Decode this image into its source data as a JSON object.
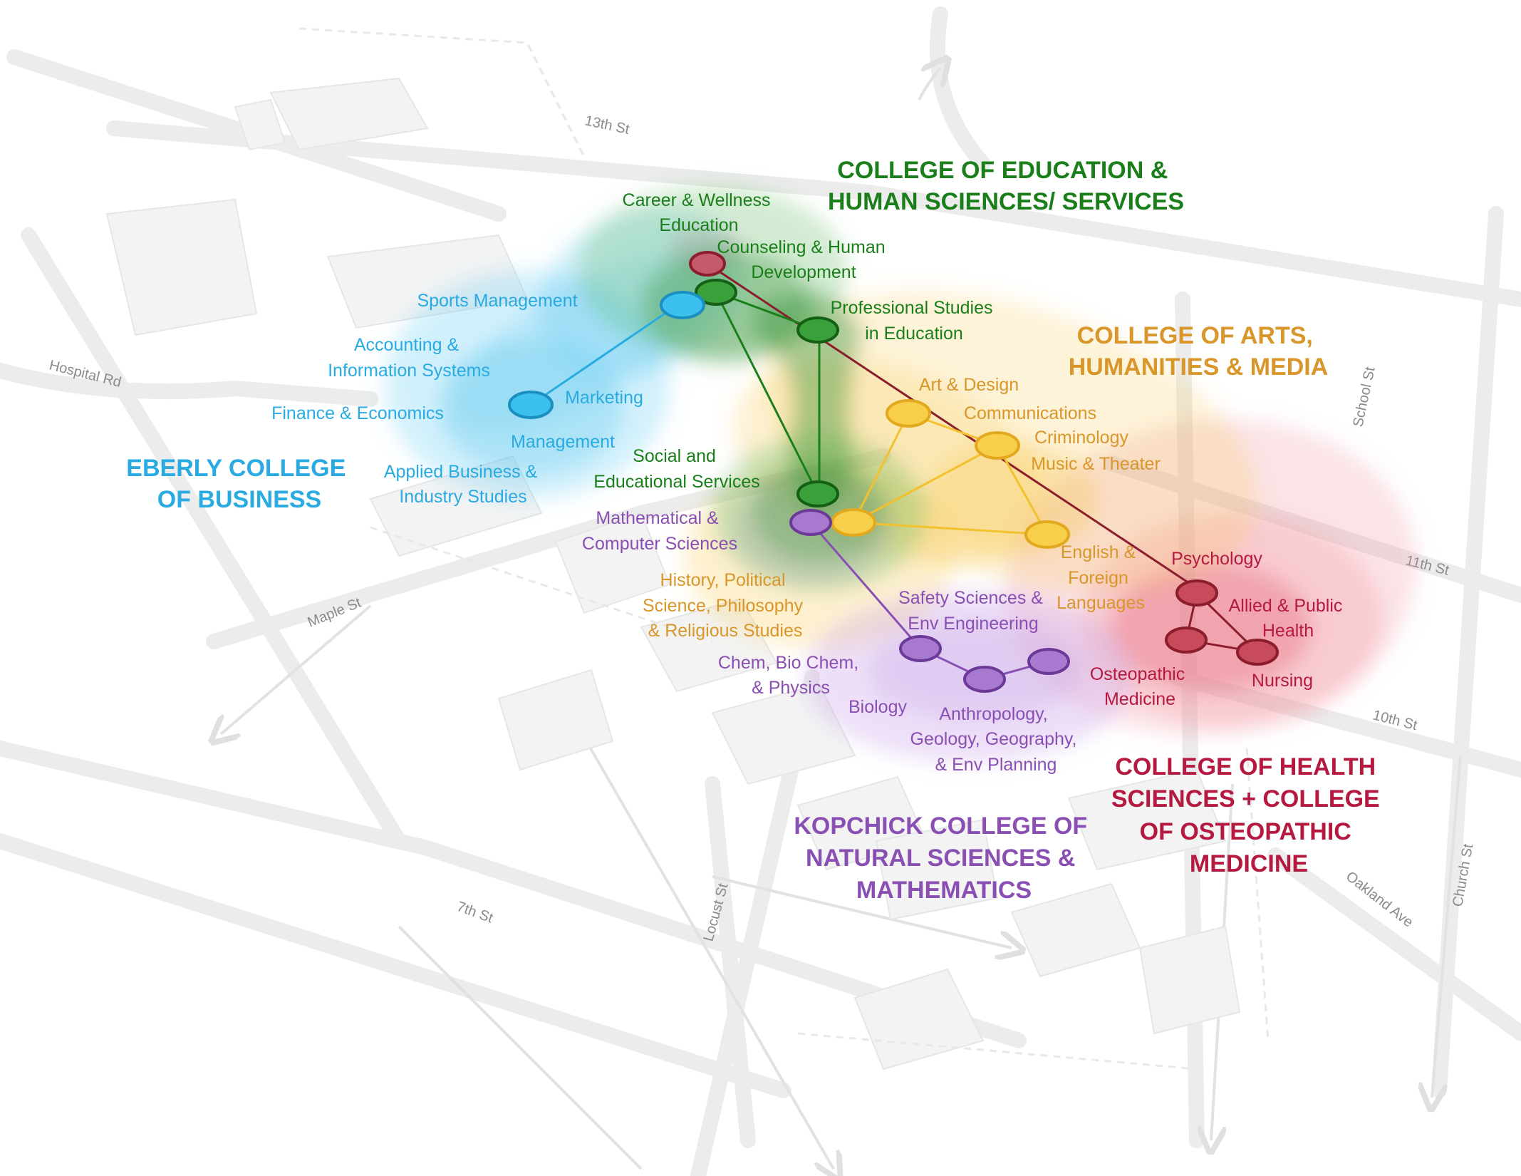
{
  "colors": {
    "business": "#29abe2",
    "education": "#1a7f1a",
    "arts": "#d9962a",
    "health": "#b5193f",
    "science": "#8a4fb3"
  },
  "streets": {
    "s13th": "13th St",
    "hospital": "Hospital Rd",
    "maple": "Maple St",
    "s7th": "7th St",
    "locust": "Locust St",
    "school": "School St",
    "s11th": "11th St",
    "s10th": "10th St",
    "oakland": "Oakland Ave",
    "church": "Church St"
  },
  "colleges": {
    "education": [
      "COLLEGE OF EDUCATION &",
      "HUMAN SCIENCES/ SERVICES"
    ],
    "arts": [
      "COLLEGE OF ARTS,",
      "HUMANITIES & MEDIA"
    ],
    "business": [
      "EBERLY COLLEGE",
      "OF BUSINESS"
    ],
    "health": [
      "COLLEGE OF HEALTH",
      "SCIENCES + COLLEGE",
      "OF OSTEOPATHIC",
      "MEDICINE"
    ],
    "science": [
      "KOPCHICK COLLEGE OF",
      "NATURAL SCIENCES &",
      "MATHEMATICS"
    ]
  },
  "programs": {
    "career": [
      "Career & Wellness",
      "Education"
    ],
    "counseling": [
      "Counseling & Human",
      "Development"
    ],
    "professional": [
      "Professional Studies",
      "in Education"
    ],
    "social": [
      "Social and",
      "Educational Services"
    ],
    "sports": [
      "Sports Management"
    ],
    "accounting": [
      "Accounting &",
      "Information Systems"
    ],
    "finance": [
      "Finance & Economics"
    ],
    "marketing": [
      "Marketing"
    ],
    "management": [
      "Management"
    ],
    "applied": [
      "Applied Business &",
      "Industry Studies"
    ],
    "art": [
      "Art & Design"
    ],
    "communications": [
      "Communications"
    ],
    "criminology": [
      "Criminology"
    ],
    "music": [
      "Music & Theater"
    ],
    "english": [
      "English &",
      "Foreign",
      "Languages"
    ],
    "history": [
      "History, Political",
      "Science, Philosophy",
      "& Religious Studies"
    ],
    "math": [
      "Mathematical &",
      "Computer Sciences"
    ],
    "safety": [
      "Safety Sciences &",
      "Env Engineering"
    ],
    "chem": [
      "Chem, Bio Chem,",
      "& Physics"
    ],
    "biology": [
      "Biology"
    ],
    "anthro": [
      "Anthropology,",
      "Geology, Geography,",
      "& Env Planning"
    ],
    "psychology": [
      "Psychology"
    ],
    "allied": [
      "Allied & Public",
      "Health"
    ],
    "nursing": [
      "Nursing"
    ],
    "osteo": [
      "Osteopathic",
      "Medicine"
    ]
  }
}
